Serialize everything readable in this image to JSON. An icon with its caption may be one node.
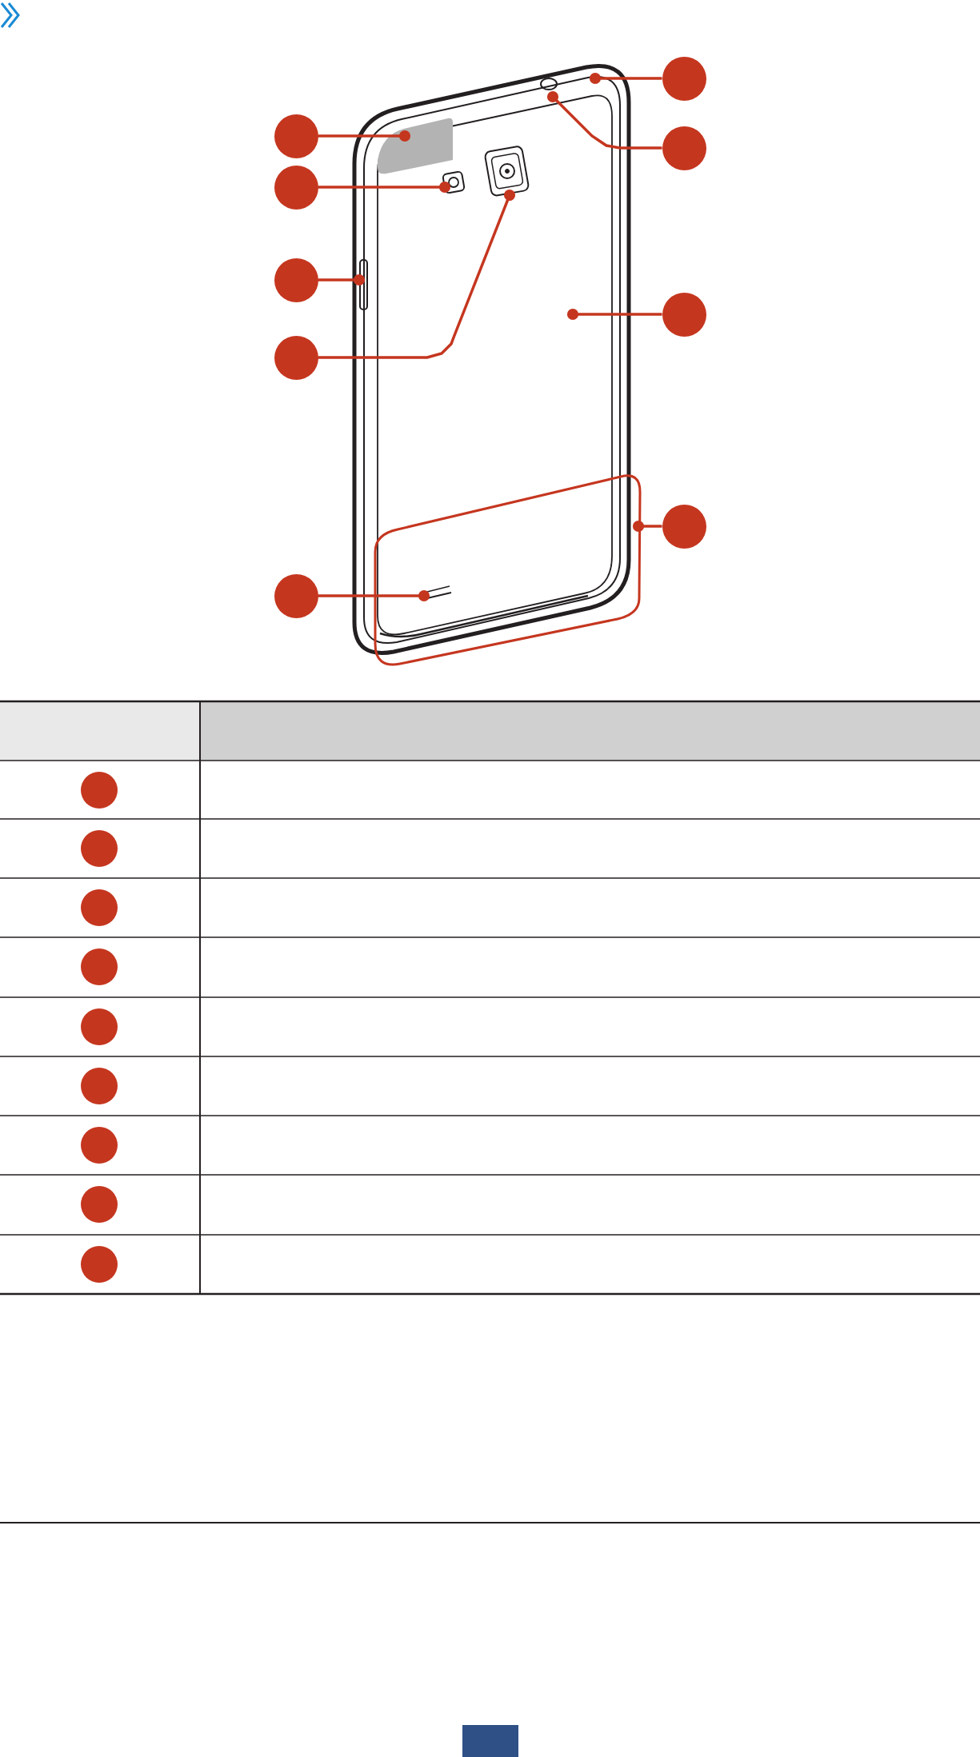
{
  "diagram": {
    "nodes": [
      {
        "text": [],
        "shape": "picture"
      },
      {
        "text": [],
        "shape": "circle"
      },
      {
        "text": [],
        "shape": "circle"
      },
      {
        "text": [],
        "shape": "circle"
      },
      {
        "text": [],
        "shape": "circle"
      },
      {
        "text": [],
        "shape": "circle"
      },
      {
        "text": [],
        "shape": "circle"
      },
      {
        "text": [],
        "shape": "circle"
      },
      {
        "text": [],
        "shape": "circle"
      },
      {
        "text": [],
        "shape": "circle"
      },
      {
        "text": [],
        "shape": "box"
      },
      {
        "text": [],
        "shape": "circle"
      },
      {
        "text": [],
        "shape": "circle"
      },
      {
        "text": [],
        "shape": "circle"
      },
      {
        "text": [],
        "shape": "circle"
      },
      {
        "text": [],
        "shape": "circle"
      },
      {
        "text": [],
        "shape": "circle"
      },
      {
        "text": [],
        "shape": "circle"
      },
      {
        "text": [],
        "shape": "circle"
      },
      {
        "text": [],
        "shape": "circle"
      }
    ],
    "edges": [
      {
        "from": 1,
        "to": 0,
        "arrow": "other"
      },
      {
        "from": 2,
        "to": 0,
        "arrow": "other"
      },
      {
        "from": 3,
        "to": 0,
        "arrow": "other"
      },
      {
        "from": 4,
        "to": 0,
        "arrow": "other"
      },
      {
        "from": 5,
        "to": 0,
        "arrow": "other"
      },
      {
        "from": 6,
        "to": 0,
        "arrow": "other"
      },
      {
        "from": 7,
        "to": 0,
        "arrow": "other"
      },
      {
        "from": 8,
        "to": 10,
        "arrow": "other"
      },
      {
        "from": 9,
        "to": 0,
        "arrow": "other"
      }
    ]
  }
}
